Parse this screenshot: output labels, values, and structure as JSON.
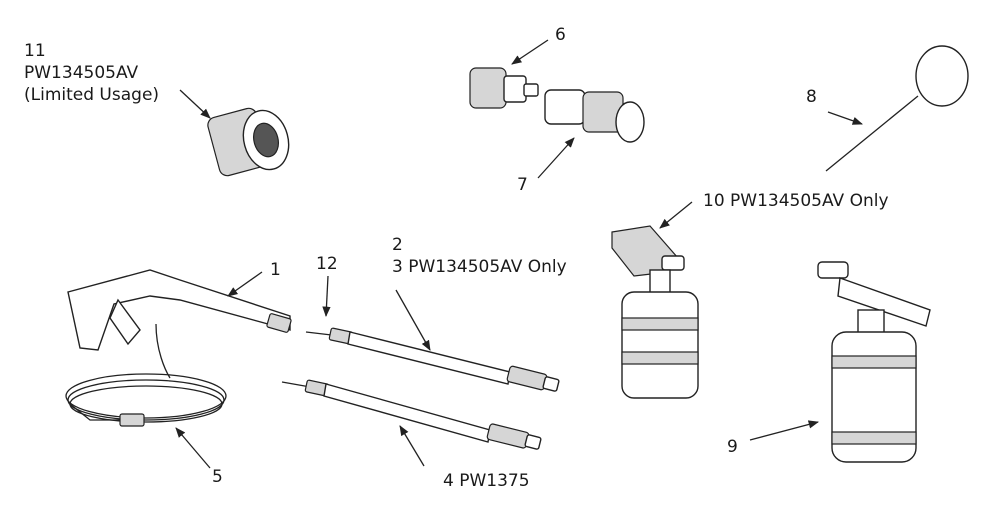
{
  "labels": {
    "p11_num": "11",
    "p11_model": "PW134505AV",
    "p11_note": "(Limited Usage)",
    "p6": "6",
    "p7": "7",
    "p8": "8",
    "p10": "10 PW134505AV Only",
    "p1": "1",
    "p12": "12",
    "p2": "2",
    "p3": "3 PW134505AV Only",
    "p5": "5",
    "p4": "4  PW1375",
    "p9": "9"
  }
}
